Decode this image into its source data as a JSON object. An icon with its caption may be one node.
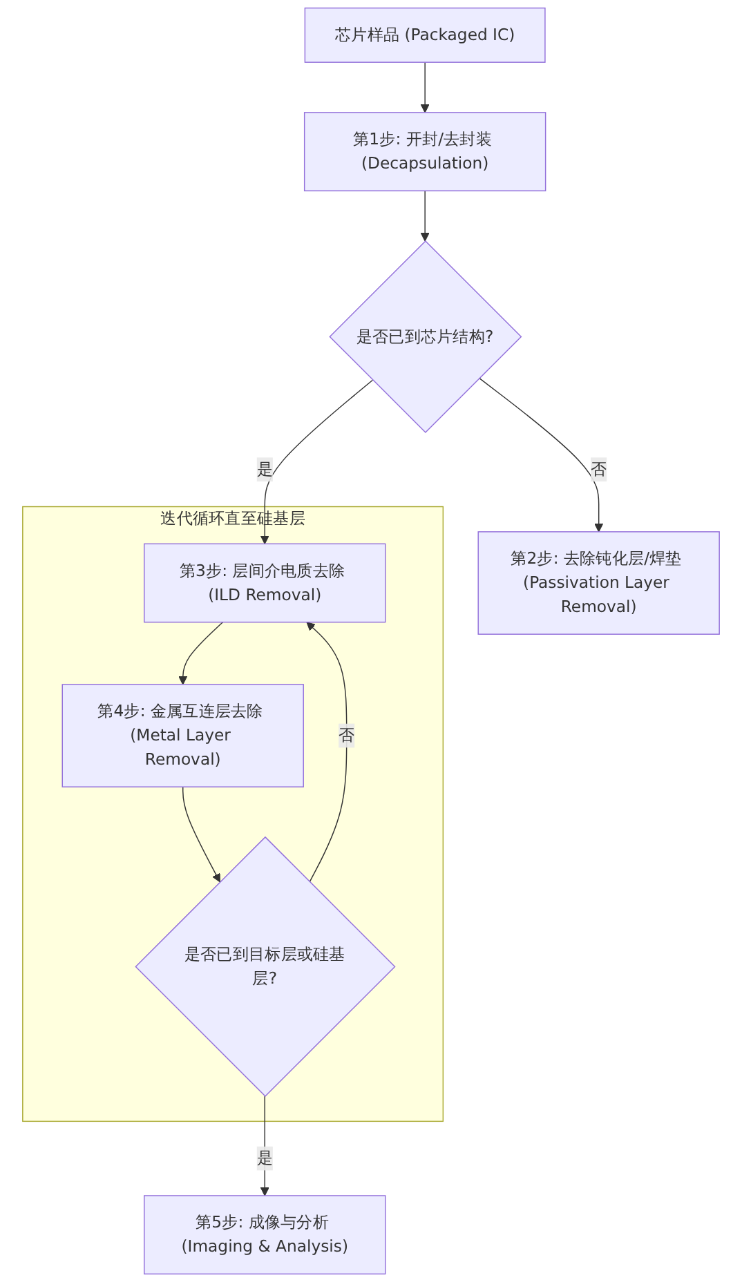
{
  "diagram": {
    "nodes": [
      {
        "text": [
          "芯片样品 (Packaged IC)"
        ]
      },
      {
        "text": [
          "第1步: 开封/去封装 (Decapsulation)"
        ]
      },
      {
        "text": [
          "是否已到芯片结构?"
        ]
      },
      {
        "text": [
          "迭代循环直至硅基层"
        ]
      },
      {
        "text": [
          "第3步: 层间介电质去除 (ILD Removal)"
        ],
        "in": 3
      },
      {
        "text": [
          "第4步: 金属互连层去除 (Metal Layer Removal)"
        ],
        "in": 3
      },
      {
        "text": [
          "是否已到目标层或硅基层?"
        ],
        "in": 3
      },
      {
        "text": [
          "第2步: 去除钝化层/焊垫 (Passivation Layer Removal)"
        ]
      },
      {
        "text": [
          "第5步: 成像与分析 (Imaging & Analysis)"
        ]
      }
    ],
    "edges": [
      {
        "from": 0,
        "to": 1,
        "arrow": "to"
      },
      {
        "from": 1,
        "to": 2,
        "arrow": "to"
      },
      {
        "from": 2,
        "to": 4,
        "arrow": "to",
        "label": "是"
      },
      {
        "from": 2,
        "to": 7,
        "arrow": "to",
        "label": "否"
      },
      {
        "from": 4,
        "to": 5,
        "arrow": "to"
      },
      {
        "from": 5,
        "to": 6,
        "arrow": "to"
      },
      {
        "from": 6,
        "to": 4,
        "arrow": "to",
        "label": "否"
      },
      {
        "from": 6,
        "to": 8,
        "arrow": "to",
        "label": "是"
      }
    ]
  }
}
